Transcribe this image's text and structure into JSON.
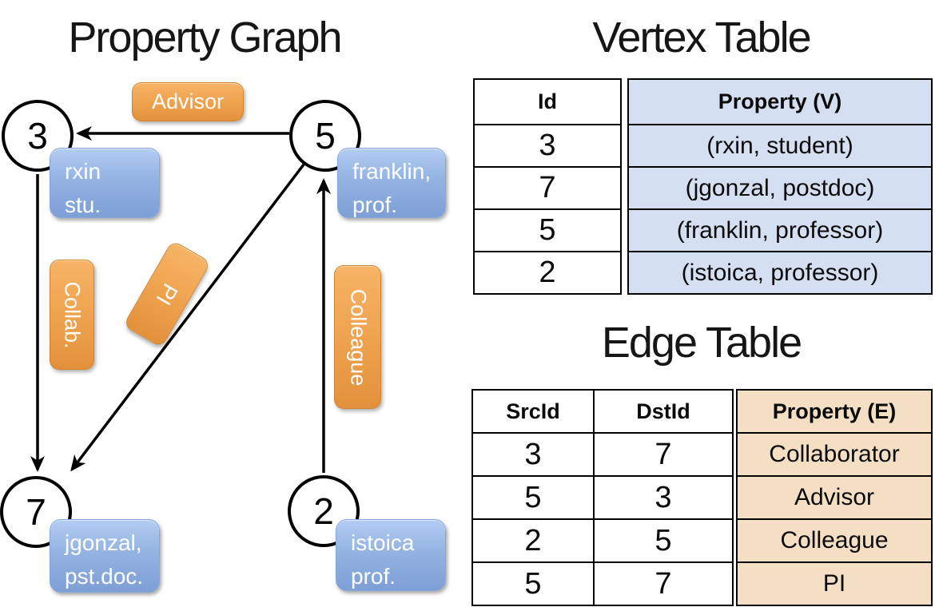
{
  "graph": {
    "title": "Property Graph",
    "nodes": [
      {
        "id": "3",
        "property_lines": [
          "rxin",
          "stu."
        ]
      },
      {
        "id": "5",
        "property_lines": [
          "franklin,",
          "prof."
        ]
      },
      {
        "id": "7",
        "property_lines": [
          "jgonzal,",
          "pst.doc."
        ]
      },
      {
        "id": "2",
        "property_lines": [
          "istoica",
          "prof."
        ]
      }
    ],
    "edge_labels": {
      "advisor": "Advisor",
      "collab": "Collab.",
      "pi": "PI",
      "colleague": "Colleague"
    }
  },
  "vertex_table": {
    "title": "Vertex Table",
    "columns": [
      "Id",
      "Property (V)"
    ],
    "rows": [
      [
        "3",
        "(rxin, student)"
      ],
      [
        "7",
        "(jgonzal, postdoc)"
      ],
      [
        "5",
        "(franklin, professor)"
      ],
      [
        "2",
        "(istoica, professor)"
      ]
    ]
  },
  "edge_table": {
    "title": "Edge Table",
    "columns": [
      "SrcId",
      "DstId",
      "Property (E)"
    ],
    "rows": [
      [
        "3",
        "7",
        "Collaborator"
      ],
      [
        "5",
        "3",
        "Advisor"
      ],
      [
        "2",
        "5",
        "Colleague"
      ],
      [
        "5",
        "7",
        "PI"
      ]
    ]
  },
  "colors": {
    "edge_label_orange": "#efa34f",
    "vertex_box_blue": "#8aabdf",
    "vertex_table_fill": "#d4dff2",
    "edge_table_fill": "#f4dfc4",
    "line_black": "#000000"
  }
}
